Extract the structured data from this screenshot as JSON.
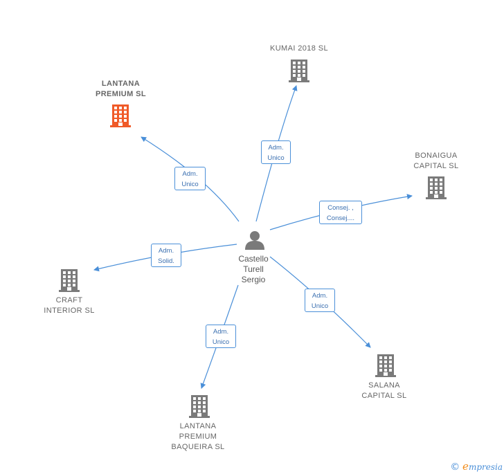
{
  "colors": {
    "edge": "#4a8fd8",
    "company": "#7a7a7a",
    "highlight_company": "#f05a28",
    "person": "#7a7a7a"
  },
  "person": {
    "name": "Castello\nTurell\nSergio",
    "icon": "person-icon"
  },
  "companies": [
    {
      "id": "kumai",
      "name": "KUMAI 2018  SL",
      "highlight": false,
      "relation": "Adm.\nUnico"
    },
    {
      "id": "lantana",
      "name": "LANTANA\nPREMIUM  SL",
      "highlight": true,
      "relation": "Adm.\nUnico"
    },
    {
      "id": "bonaigua",
      "name": "BONAIGUA\nCAPITAL  SL",
      "highlight": false,
      "relation": "Consej. ,\nConsej...."
    },
    {
      "id": "craft",
      "name": "CRAFT\nINTERIOR  SL",
      "highlight": false,
      "relation": "Adm.\nSolid."
    },
    {
      "id": "salana",
      "name": "SALANA\nCAPITAL  SL",
      "highlight": false,
      "relation": "Adm.\nUnico"
    },
    {
      "id": "baqueira",
      "name": "LANTANA\nPREMIUM\nBAQUEIRA  SL",
      "highlight": false,
      "relation": "Adm.\nUnico"
    }
  ],
  "footer": {
    "copyright_symbol": "©",
    "brand_initial": "e",
    "brand_rest": "mpresia"
  }
}
